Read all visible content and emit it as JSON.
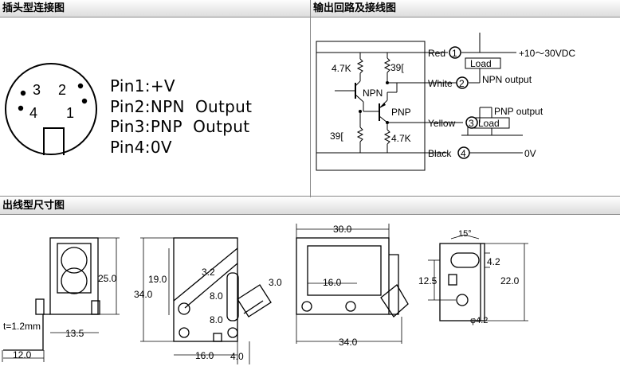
{
  "headers": {
    "connector": "插头型连接图",
    "circuit": "输出回路及接线图",
    "dimensions": "出线型尺寸图"
  },
  "connector": {
    "pin_numbers": [
      "3",
      "2",
      "4",
      "1"
    ],
    "pin_list": [
      "Pin1:+V",
      "Pin2:NPN  Output",
      "Pin3:PNP  Output",
      "Pin4:0V"
    ]
  },
  "circuit": {
    "wires": {
      "red": {
        "label": "Red",
        "num": "1"
      },
      "white": {
        "label": "White",
        "num": "2"
      },
      "yellow": {
        "label": "Yellow",
        "num": "3"
      },
      "black": {
        "label": "Black",
        "num": "4"
      }
    },
    "supply": "+10～30VDC",
    "ground": "0V",
    "load": "Load",
    "npn_output": "NPN  output",
    "pnp_output": "PNP  output",
    "npn": "NPN",
    "pnp": "PNP",
    "r_47k_top": "4.7K",
    "r_39_top": "39[",
    "r_39_bottom": "39[",
    "r_47k_bottom": "4.7K"
  },
  "dimensions": {
    "d_25": "25.0",
    "d_t": "t=1.2mm",
    "d_13_5": "13.5",
    "d_12": "12.0",
    "d_19": "19.0",
    "d_34_v": "34.0",
    "d_3_2": "3.2",
    "d_8_a": "8.0",
    "d_8_b": "8.0",
    "d_3_0": "3.0",
    "d_16_a": "16.0",
    "d_4_0": "4.0",
    "d_30": "30.0",
    "d_16_b": "16.0",
    "d_34_h": "34.0",
    "d_15deg": "15°",
    "d_4_2": "4.2",
    "d_12_5": "12.5",
    "d_22": "22.0",
    "d_phi": "φ4.2"
  }
}
